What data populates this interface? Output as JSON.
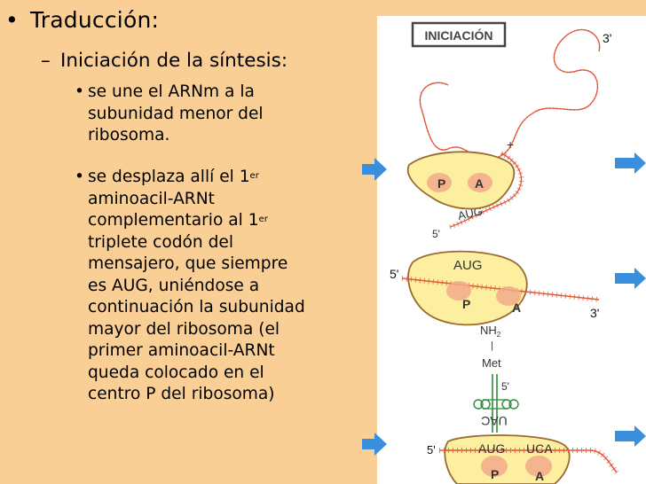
{
  "slide": {
    "heading": {
      "bullet": "•",
      "text": "Traducción:"
    },
    "subheading": {
      "dash": "–",
      "text": "Iniciación de la síntesis:"
    },
    "points": [
      {
        "bullet": "•",
        "lines": [
          "se une el ARNm a la",
          "subunidad menor del",
          "ribosoma."
        ]
      },
      {
        "bullet": "•",
        "line1_a": "se desplaza allí el 1",
        "line1_sup": "er",
        "line2": "aminoacil-ARNt",
        "line3_a": "complementario al 1",
        "line3_sup": "er",
        "lines_rest": [
          "triplete codón del",
          "mensajero, que siempre",
          "es AUG, uniéndose a",
          "continuación la subunidad",
          "mayor del ribosoma (el",
          "primer aminoacil-ARNt",
          "queda colocado en el",
          "centro P del ribosoma)"
        ]
      }
    ]
  },
  "figure": {
    "box_label": "INICIACIÓN",
    "five_prime": "5'",
    "three_prime": "3'",
    "plus": "+",
    "site_p": "P",
    "site_a": "A",
    "codon_aug": "AUG",
    "codon_uca": "UCA",
    "anticodon": "UAC",
    "nh2": "NH",
    "nh2_sub": "2",
    "bond": "|",
    "met": "Met",
    "colors": {
      "background": "#f9cf95",
      "ribosome_fill": "#fcefa0",
      "ribosome_edge": "#9a6a2e",
      "site_fill": "#f2a98a",
      "mrna": "#e0573a",
      "trna": "#2e8b3a",
      "arrow": "#3a8fdc",
      "label_box": "#444444"
    }
  }
}
